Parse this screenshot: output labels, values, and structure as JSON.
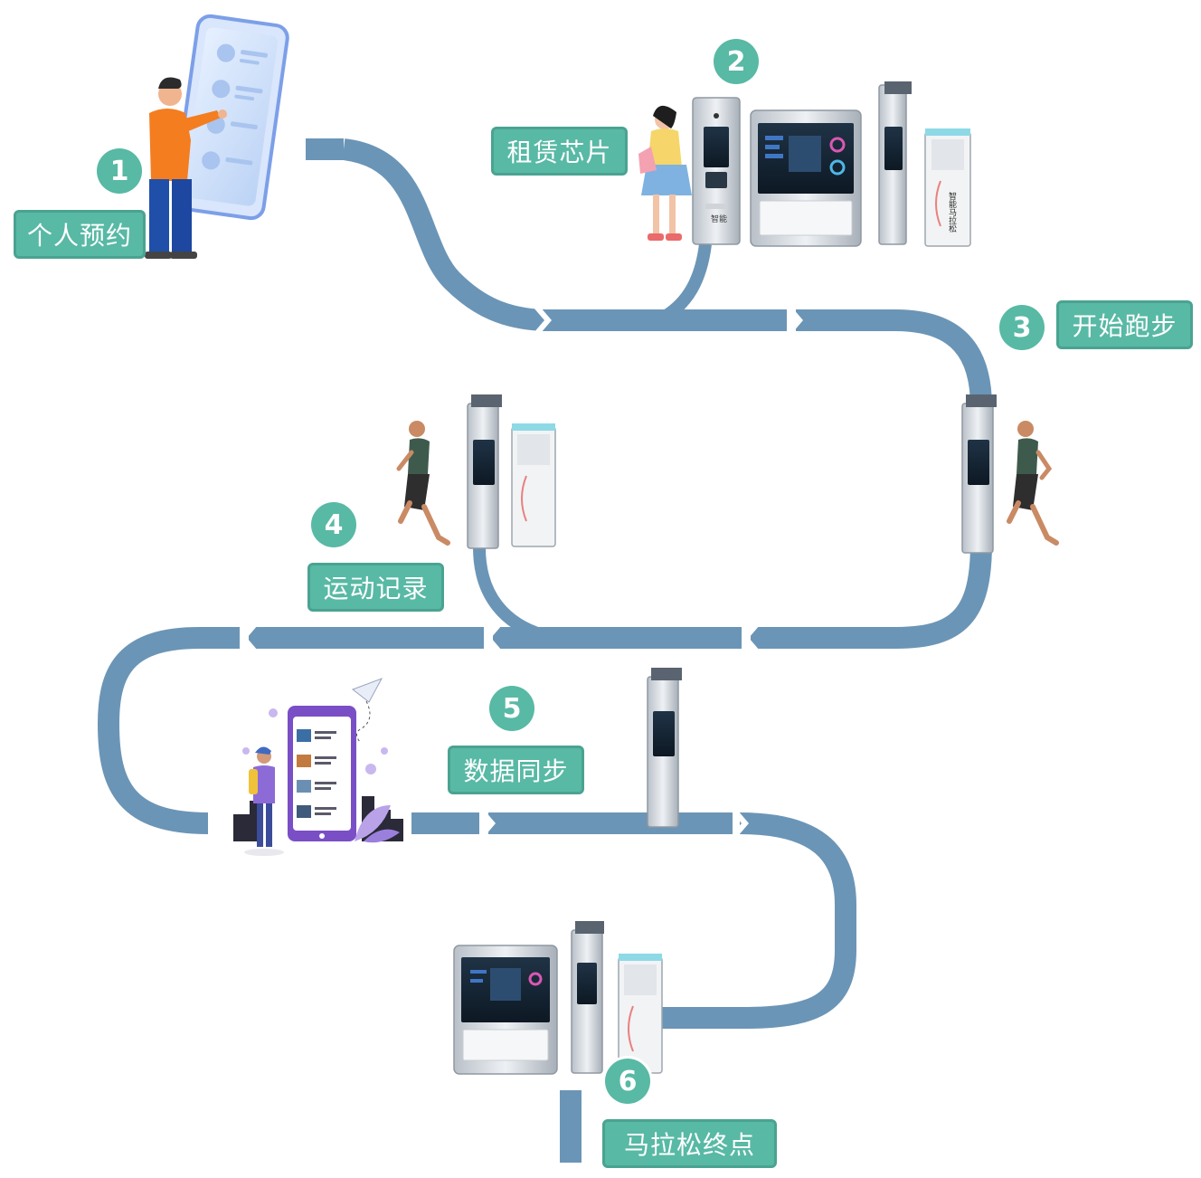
{
  "colors": {
    "path": "#6b95b6",
    "accent": "#58b9a5",
    "accent_border": "#4aa391",
    "phone_purple": "#7a4fc6"
  },
  "steps": [
    {
      "number": "1",
      "label": "个人预约"
    },
    {
      "number": "2",
      "label": "租赁芯片"
    },
    {
      "number": "3",
      "label": "开始跑步"
    },
    {
      "number": "4",
      "label": "运动记录"
    },
    {
      "number": "5",
      "label": "数据同步"
    },
    {
      "number": "6",
      "label": "马拉松终点"
    }
  ],
  "kiosk_text": {
    "brand_small": "智能",
    "sign_text": "智能马拉松"
  },
  "icons": {
    "step1": "person-with-phone-illustration",
    "step2": "chip-rental-kiosk-group",
    "step3": "runner-with-gate",
    "step4": "runner-with-gate-and-cabinet",
    "step5": "phone-app-illustration",
    "step6": "finish-kiosk-group"
  }
}
